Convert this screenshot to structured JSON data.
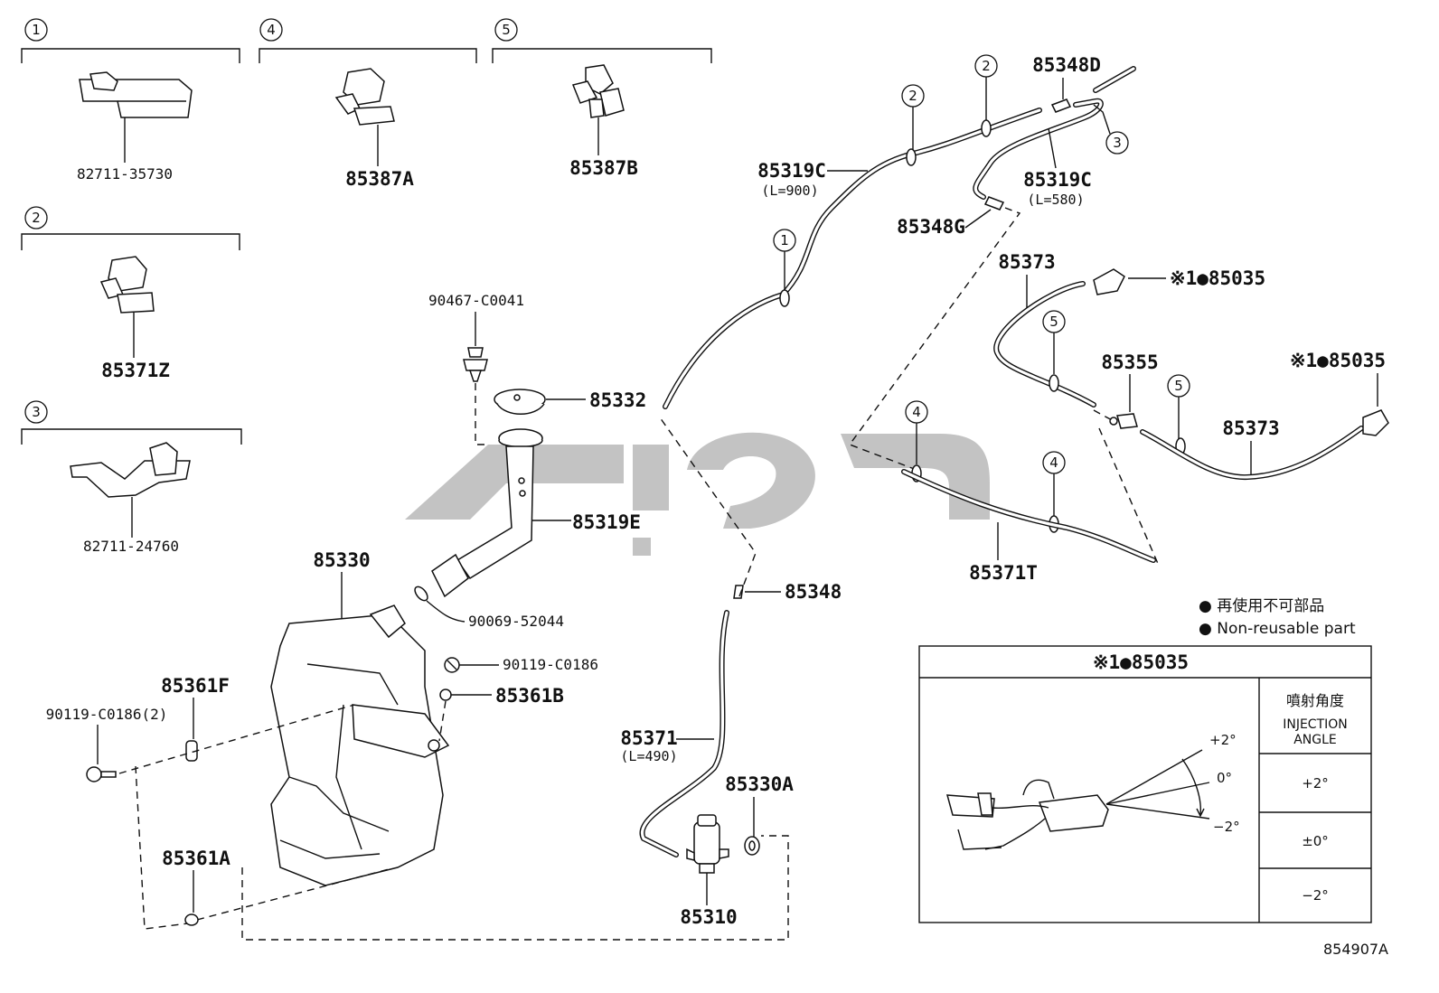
{
  "groups": [
    {
      "num": "1",
      "part": "82711-35730"
    },
    {
      "num": "4",
      "part": "85387A"
    },
    {
      "num": "5",
      "part": "85387B"
    },
    {
      "num": "2",
      "part": "85371Z"
    },
    {
      "num": "3",
      "part": "82711-24760"
    }
  ],
  "labels": {
    "p90467": "90467-C0041",
    "p85332": "85332",
    "p85319E": "85319E",
    "p85330": "85330",
    "p90069": "90069-52044",
    "p90119a": "90119-C0186",
    "p85361B": "85361B",
    "p85361F": "85361F",
    "p90119b": "90119-C0186(2)",
    "p85361A": "85361A",
    "p85348": "85348",
    "p85371": "85371",
    "p85371_len": "(L=490)",
    "p85330A": "85330A",
    "p85310": "85310",
    "p85319C_a": "85319C",
    "p85319C_a_len": "(L=900)",
    "p85319C_b": "85319C",
    "p85319C_b_len": "(L=580)",
    "p85348D": "85348D",
    "p85348G": "85348G",
    "p85373_a": "85373",
    "p85373_b": "85373",
    "p85035_a": "※1●85035",
    "p85035_b": "※1●85035",
    "p85355": "85355",
    "p85371T": "85371T"
  },
  "callouts": {
    "c1": "1",
    "c2a": "2",
    "c2b": "2",
    "c3": "3",
    "c4a": "4",
    "c4b": "4",
    "c5a": "5",
    "c5b": "5"
  },
  "legend": {
    "jp": "● 再使用不可部品",
    "en": "● Non-reusable part"
  },
  "detail_box": {
    "title": "※1●85035",
    "header_jp": "噴射角度",
    "header_en_1": "INJECTION",
    "header_en_2": "ANGLE",
    "rows": [
      "+2°",
      "±0°",
      "−2°"
    ],
    "angle_plus": "+2°",
    "angle_zero": "0°",
    "angle_minus": "−2°"
  },
  "figure_code": "854907A"
}
